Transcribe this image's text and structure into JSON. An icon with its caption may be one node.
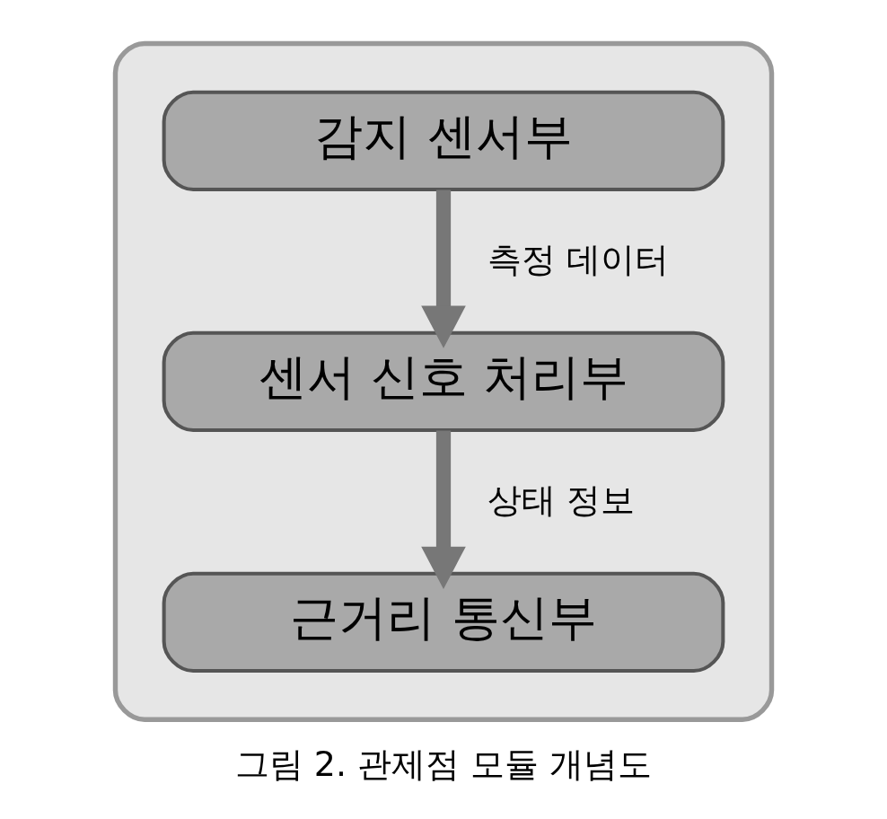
{
  "diagram": {
    "caption": "그림 2. 관제점 모듈 개념도",
    "nodes": [
      {
        "text": [],
        "shape": "box"
      },
      {
        "text": [
          "감지 센서부"
        ],
        "in": 0
      },
      {
        "text": [
          "센서 신호 처리부"
        ],
        "in": 0
      },
      {
        "text": [
          "근거리 통신부"
        ],
        "in": 0
      }
    ],
    "edges": [
      {
        "from": 1,
        "to": 2,
        "arrow": "to",
        "label": "측정 데이터"
      },
      {
        "from": 2,
        "to": 3,
        "arrow": "to",
        "label": "상태 정보"
      }
    ]
  }
}
